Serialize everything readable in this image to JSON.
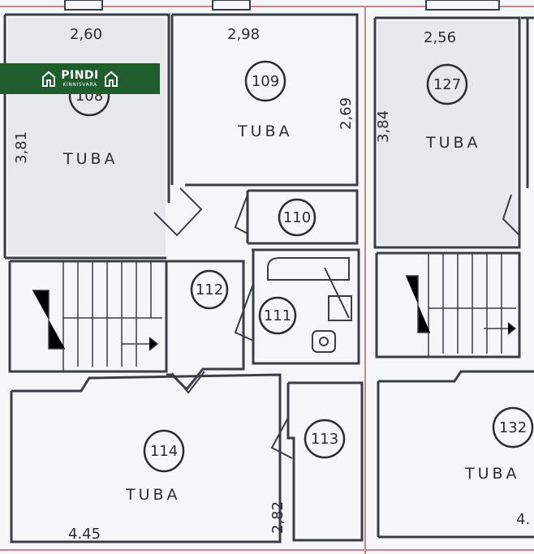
{
  "logo": {
    "brand": "PINDI",
    "subtitle": "KINNISVARA",
    "icon": "house-icon",
    "color": "#1f5e2c"
  },
  "rooms": {
    "r108": {
      "number": "108",
      "label": "TUBA",
      "width": "2,60",
      "height": "3,81"
    },
    "r109": {
      "number": "109",
      "label": "TUBA",
      "width": "2,98",
      "height": "2,69"
    },
    "r110": {
      "number": "110"
    },
    "r111": {
      "number": "111"
    },
    "r112": {
      "number": "112"
    },
    "r113": {
      "number": "113"
    },
    "r114": {
      "number": "114",
      "label": "TUBA",
      "width": "4.45",
      "height": "2,82"
    },
    "r127": {
      "number": "127",
      "label": "TUBA",
      "width": "2,56",
      "height": "3,84"
    },
    "r132": {
      "number": "132",
      "label": "TUBA",
      "width": "4."
    }
  },
  "colors": {
    "wall": "#3a3d44",
    "paper": "#f4f6f7",
    "party_line": "#c9878b"
  }
}
